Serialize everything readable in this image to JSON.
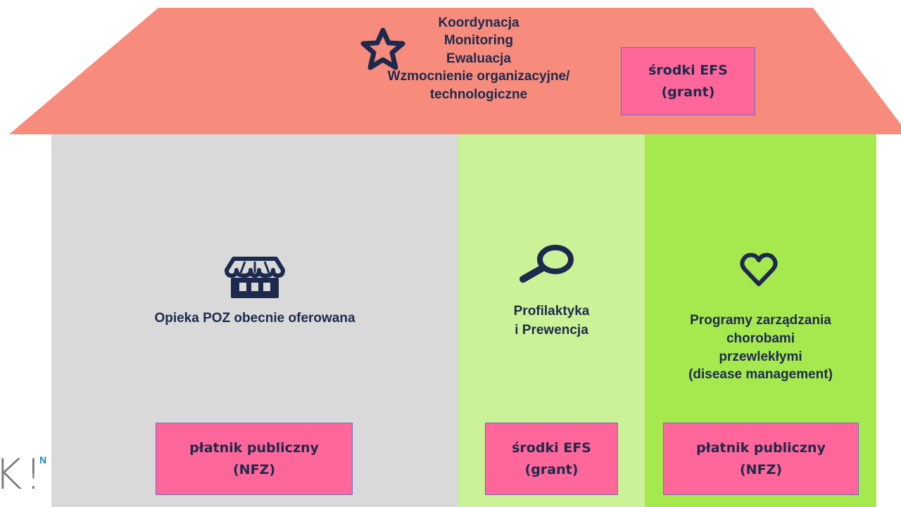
{
  "roof": {
    "lines": [
      "Koordynacja",
      "Monitoring",
      "Ewaluacja",
      "Wzmocnienie organizacyjne/",
      "technologiczne"
    ],
    "funding": {
      "line1": "środki EFS",
      "line2": "(grant)"
    },
    "icon": "star-icon"
  },
  "columns": [
    {
      "label": "Opieka POZ obecnie oferowana",
      "icon": "store-icon",
      "funding": {
        "line1": "płatnik publiczny",
        "line2": "(NFZ)"
      }
    },
    {
      "label_lines": [
        "Profilaktyka",
        "i Prewencja"
      ],
      "icon": "magnifier-icon",
      "funding": {
        "line1": "środki EFS",
        "line2": "(grant)"
      }
    },
    {
      "label_lines": [
        "Programy zarządzania",
        "chorobami",
        "przewlekłymi",
        "(disease management)"
      ],
      "icon": "heart-icon",
      "funding": {
        "line1": "płatnik publiczny",
        "line2": "(NFZ)"
      }
    }
  ],
  "logo": {
    "text": "K!",
    "superscript": "N"
  },
  "colors": {
    "roof": "#f78c7d",
    "poz": "#d9d9d9",
    "prof": "#ccf297",
    "dm": "#a6e94e",
    "funding_box": "#ff6699",
    "text": "#1d2a4d"
  }
}
